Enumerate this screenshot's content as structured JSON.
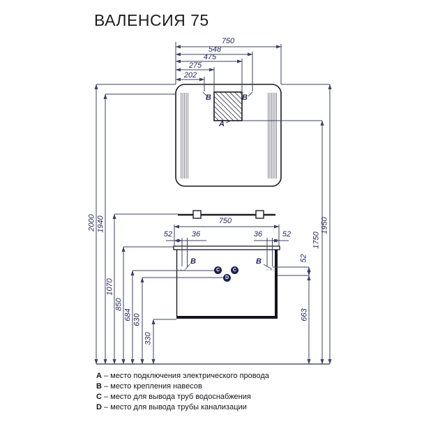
{
  "title": "ВАЛЕНСИЯ 75",
  "drawing": {
    "mirror_dims": {
      "d750": "750",
      "d548": "548",
      "d475": "475",
      "d275": "275",
      "d202": "202"
    },
    "left_dims": {
      "d2000": "2000",
      "d1940": "1940",
      "d1070": "1070",
      "d850": "850",
      "d684": "684",
      "d630": "630",
      "d330": "330"
    },
    "right_dims": {
      "d1950": "1950",
      "d1750": "1750",
      "d52": "52",
      "d663": "663"
    },
    "cabinet_dims": {
      "d750": "750",
      "d52l": "52",
      "d36l": "36",
      "d36r": "36",
      "d52r": "52"
    },
    "labels": {
      "mirror_b_left": "B",
      "mirror_b_right": "B",
      "mirror_a": "A",
      "cab_b_left": "B",
      "cab_b_right": "B",
      "c1": "C",
      "c2": "C",
      "d": "D"
    }
  },
  "legend": {
    "items": [
      {
        "key": "A",
        "text": "– место подключения электрического провода"
      },
      {
        "key": "B",
        "text": "– место крепления навесов"
      },
      {
        "key": "C",
        "text": "– место для вывода труб водоснабжения"
      },
      {
        "key": "D",
        "text": "– место для вывода трубы канализации"
      }
    ]
  },
  "colors": {
    "dimension_lines": "#3c4261",
    "dimension_text": "#252b5e",
    "furniture_ink": "#1a1a22",
    "pipe_marker": "#1b2150",
    "background": "#ffffff"
  }
}
